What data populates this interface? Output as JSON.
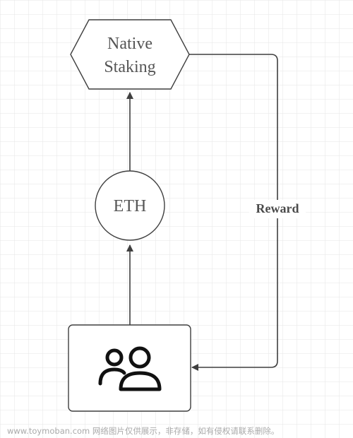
{
  "diagram": {
    "nodes": {
      "native_staking": {
        "label_line1": "Native",
        "label_line2": "Staking",
        "shape": "hexagon"
      },
      "eth": {
        "label": "ETH",
        "shape": "circle"
      },
      "users": {
        "icon": "users-icon",
        "shape": "rounded-rectangle"
      }
    },
    "edges": [
      {
        "from": "eth",
        "to": "native_staking",
        "label": ""
      },
      {
        "from": "users",
        "to": "eth",
        "label": ""
      },
      {
        "from": "native_staking",
        "to": "users",
        "label": "Reward"
      }
    ],
    "reward_label": "Reward"
  },
  "watermark": "www.toymoban.com 网络图片仅供展示，非存储，如有侵权请联系删除。",
  "colors": {
    "background": "#ffffff",
    "grid": "#e6e6e6",
    "stroke": "#3f3f3f",
    "text": "#555555",
    "watermark": "#aaaaaa"
  }
}
